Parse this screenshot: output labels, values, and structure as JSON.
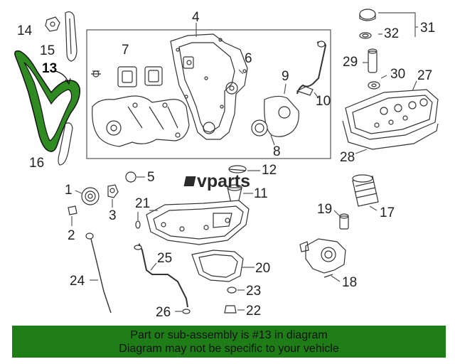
{
  "callouts": [
    {
      "label": "1"
    },
    {
      "label": "2"
    },
    {
      "label": "3"
    },
    {
      "label": "4"
    },
    {
      "label": "5"
    },
    {
      "label": "6"
    },
    {
      "label": "7"
    },
    {
      "label": "8"
    },
    {
      "label": "9"
    },
    {
      "label": "10"
    },
    {
      "label": "11"
    },
    {
      "label": "12"
    },
    {
      "label": "13",
      "highlighted": true
    },
    {
      "label": "14"
    },
    {
      "label": "15"
    },
    {
      "label": "16"
    },
    {
      "label": "17"
    },
    {
      "label": "18"
    },
    {
      "label": "19"
    },
    {
      "label": "20"
    },
    {
      "label": "21"
    },
    {
      "label": "22"
    },
    {
      "label": "23"
    },
    {
      "label": "24"
    },
    {
      "label": "25"
    },
    {
      "label": "26"
    },
    {
      "label": "27"
    },
    {
      "label": "28"
    },
    {
      "label": "29"
    },
    {
      "label": "30"
    },
    {
      "label": "31"
    },
    {
      "label": "32"
    }
  ],
  "highlight_color": "#2f8a22",
  "banner": {
    "color": "#1f7d18",
    "line1": "Part or sub-assembly is #13 in diagram",
    "line2": "Diagram may not be specific to your vehicle"
  },
  "logo": {
    "text": "vparts"
  }
}
